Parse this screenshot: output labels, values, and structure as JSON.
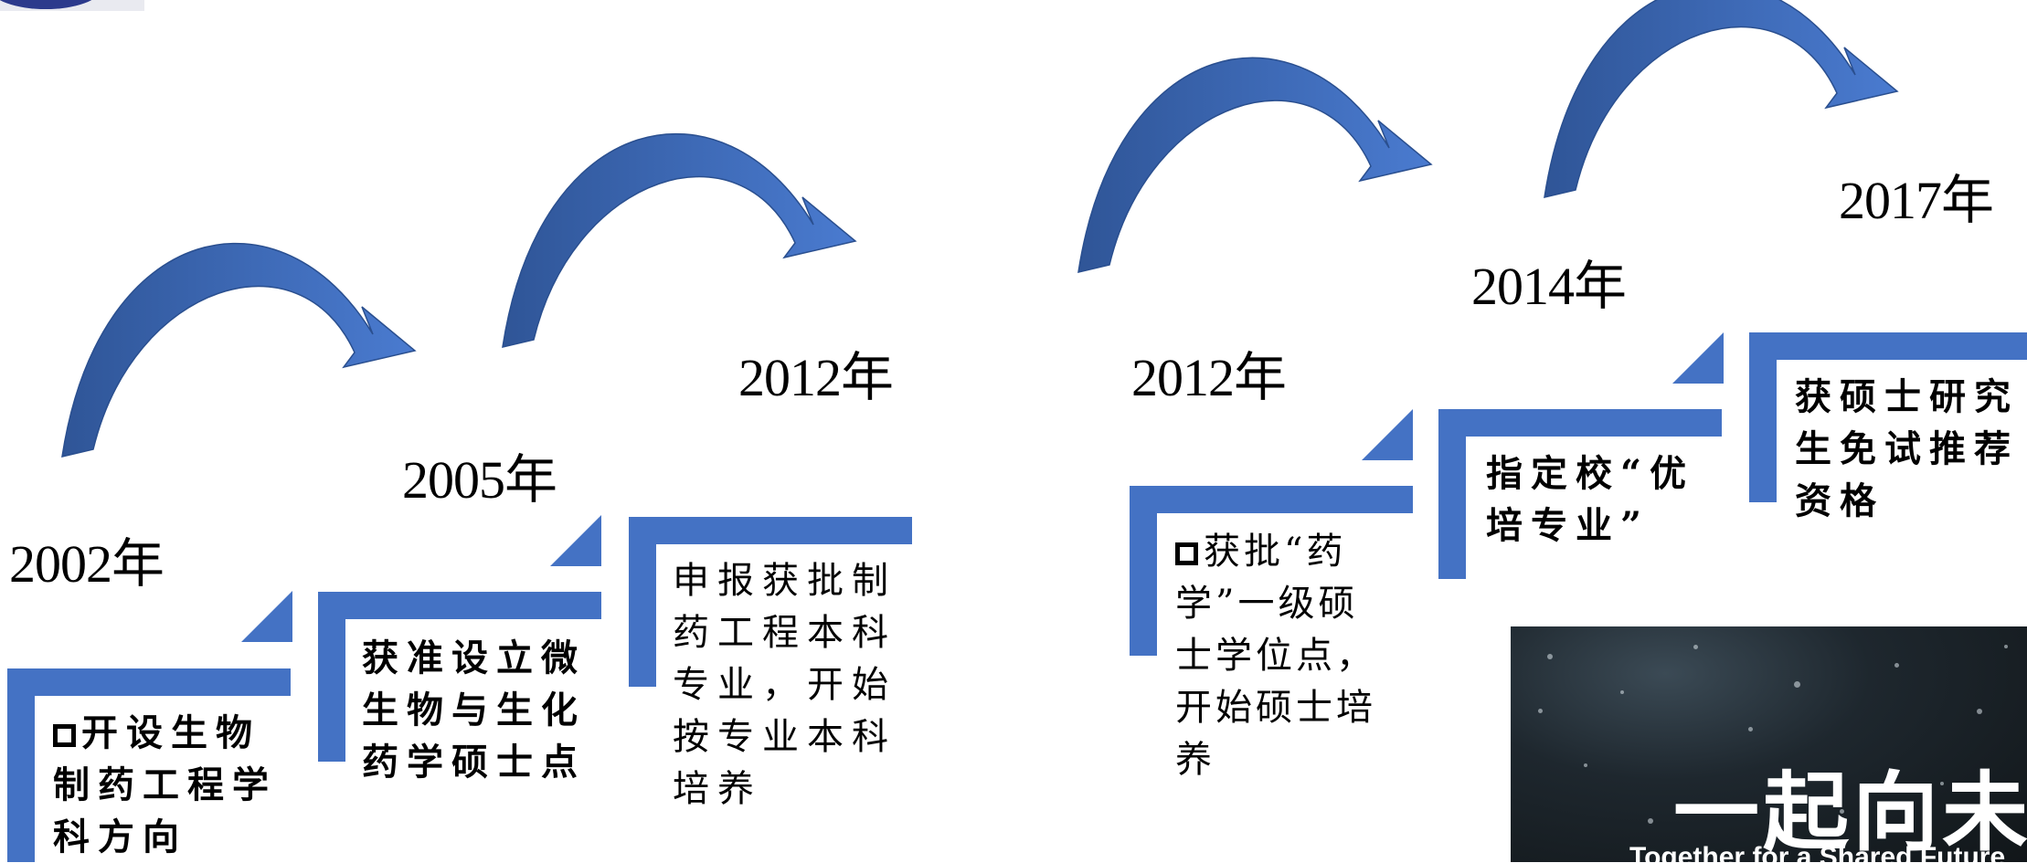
{
  "milestones": [
    {
      "year": "2002年",
      "lines": [
        "开设生物",
        "制药工程学",
        "科方向"
      ]
    },
    {
      "year": "2005年",
      "lines": [
        "获准设立微",
        "生物与生化",
        "药学硕士点"
      ]
    },
    {
      "year": "2012年",
      "lines": [
        "申报获批制",
        "药工程本科",
        "专业，开始",
        "按专业本科",
        "培养"
      ]
    },
    {
      "year": "2012年",
      "lines": [
        "获批“药",
        "学”一级硕",
        "士学位点，",
        "开始硕士培",
        "养"
      ]
    },
    {
      "year": "2014年",
      "lines": [
        "指定校“优",
        "培专业”"
      ]
    },
    {
      "year": "2017年",
      "lines": [
        "获硕士研究",
        "生免试推荐",
        "资格"
      ]
    }
  ],
  "photo": {
    "title": "一起向未来",
    "subtitle": "Together for a Shared Future"
  },
  "colors": {
    "accent": "#4472c4",
    "arrow_dark": "#2f5597",
    "arrow_light": "#4a7bd0"
  },
  "icons": [
    "checkbox-icon",
    "curved-arrow-icon"
  ]
}
